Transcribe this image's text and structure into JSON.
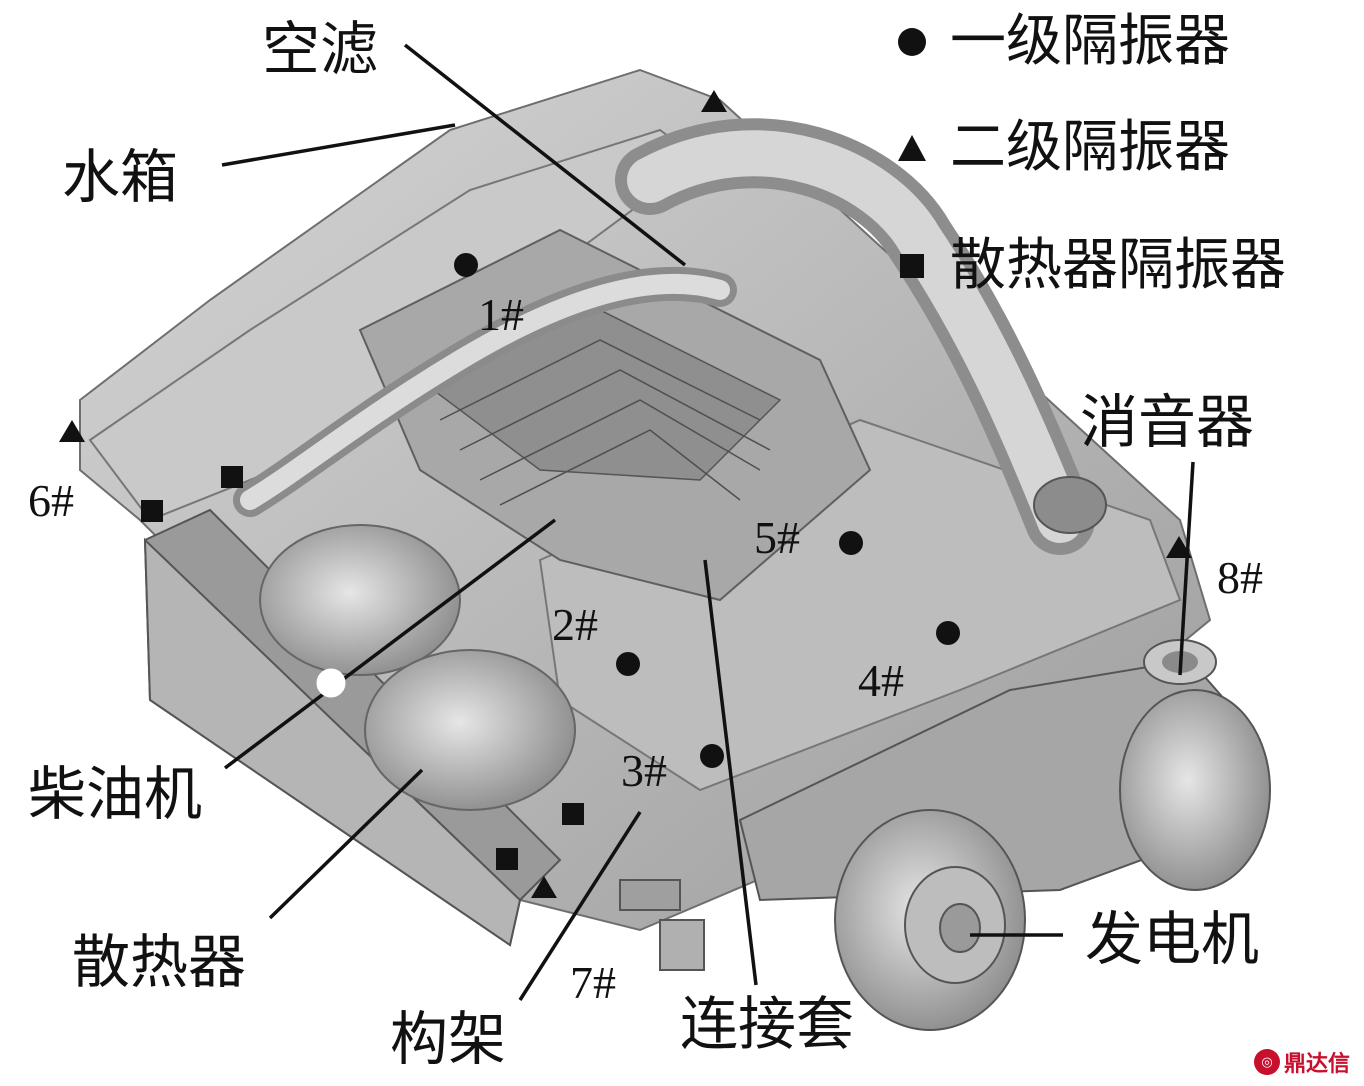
{
  "labels": {
    "air_filter": "空滤",
    "water_tank": "水箱",
    "diesel_engine": "柴油机",
    "radiator": "散热器",
    "frame": "构架",
    "coupling_sleeve": "连接套",
    "generator": "发电机",
    "muffler": "消音器"
  },
  "mounts": {
    "m1": "1#",
    "m2": "2#",
    "m3": "3#",
    "m4": "4#",
    "m5": "5#",
    "m6": "6#",
    "m7": "7#",
    "m8": "8#"
  },
  "legend": {
    "primary": "一级隔振器",
    "secondary": "二级隔振器",
    "radiator_isolator": "散热器隔振器"
  },
  "watermark": "鼎达信",
  "colors": {
    "line": "#111111",
    "body": "#b9b9b9",
    "body_dark": "#7d7d7d",
    "body_light": "#d8d8d8"
  }
}
